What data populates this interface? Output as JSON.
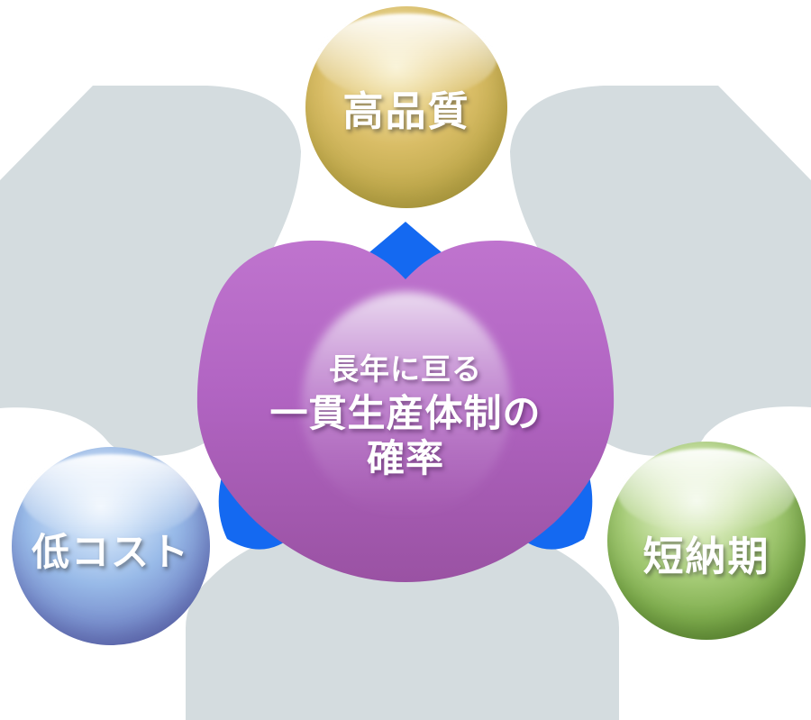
{
  "diagram": {
    "center": {
      "line1": "長年に亘る",
      "line2": "一貫生産体制の",
      "line3": "確率"
    },
    "nodes": [
      {
        "id": "high-quality",
        "label": "高品質",
        "position": "top",
        "color": "#c9ae55"
      },
      {
        "id": "low-cost",
        "label": "低コスト",
        "position": "bottom-left",
        "color": "#7b92cf"
      },
      {
        "id": "short-delivery",
        "label": "短納期",
        "position": "bottom-right",
        "color": "#80ae4f"
      }
    ],
    "colors": {
      "background": "#ffffff",
      "petal_gray": "#d4dcdf",
      "connector_blue": "#1469f1",
      "center_purple_top": "#bf74ce",
      "center_purple_bottom": "#9a52a3",
      "label_text": "#ffffff"
    }
  }
}
